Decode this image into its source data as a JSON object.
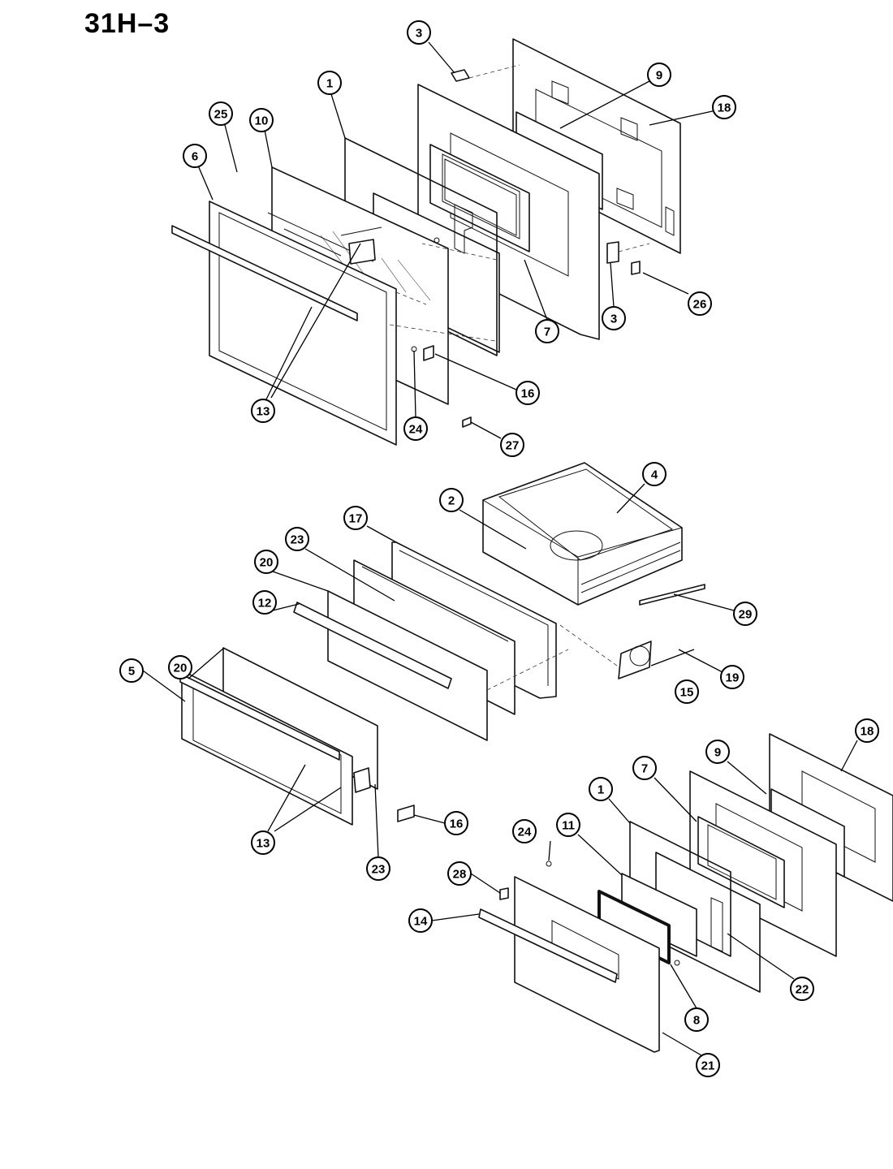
{
  "title": "31H–3",
  "callouts": [
    {
      "id": "c3a",
      "label": "3"
    },
    {
      "id": "c1a",
      "label": "1"
    },
    {
      "id": "c9a",
      "label": "9"
    },
    {
      "id": "c18a",
      "label": "18"
    },
    {
      "id": "c25",
      "label": "25"
    },
    {
      "id": "c10",
      "label": "10"
    },
    {
      "id": "c6",
      "label": "6"
    },
    {
      "id": "c7a",
      "label": "7"
    },
    {
      "id": "c3b",
      "label": "3"
    },
    {
      "id": "c26",
      "label": "26"
    },
    {
      "id": "c16a",
      "label": "16"
    },
    {
      "id": "c13a",
      "label": "13"
    },
    {
      "id": "c24a",
      "label": "24"
    },
    {
      "id": "c27",
      "label": "27"
    },
    {
      "id": "c4",
      "label": "4"
    },
    {
      "id": "c2",
      "label": "2"
    },
    {
      "id": "c17",
      "label": "17"
    },
    {
      "id": "c23a",
      "label": "23"
    },
    {
      "id": "c20a",
      "label": "20"
    },
    {
      "id": "c12",
      "label": "12"
    },
    {
      "id": "c29",
      "label": "29"
    },
    {
      "id": "c20b",
      "label": "20"
    },
    {
      "id": "c5",
      "label": "5"
    },
    {
      "id": "c15",
      "label": "15"
    },
    {
      "id": "c19",
      "label": "19"
    },
    {
      "id": "c18b",
      "label": "18"
    },
    {
      "id": "c9b",
      "label": "9"
    },
    {
      "id": "c7b",
      "label": "7"
    },
    {
      "id": "c1b",
      "label": "1"
    },
    {
      "id": "c16b",
      "label": "16"
    },
    {
      "id": "c24b",
      "label": "24"
    },
    {
      "id": "c11",
      "label": "11"
    },
    {
      "id": "c28",
      "label": "28"
    },
    {
      "id": "c13b",
      "label": "13"
    },
    {
      "id": "c23b",
      "label": "23"
    },
    {
      "id": "c14",
      "label": "14"
    },
    {
      "id": "c22",
      "label": "22"
    },
    {
      "id": "c8",
      "label": "8"
    },
    {
      "id": "c21",
      "label": "21"
    }
  ]
}
